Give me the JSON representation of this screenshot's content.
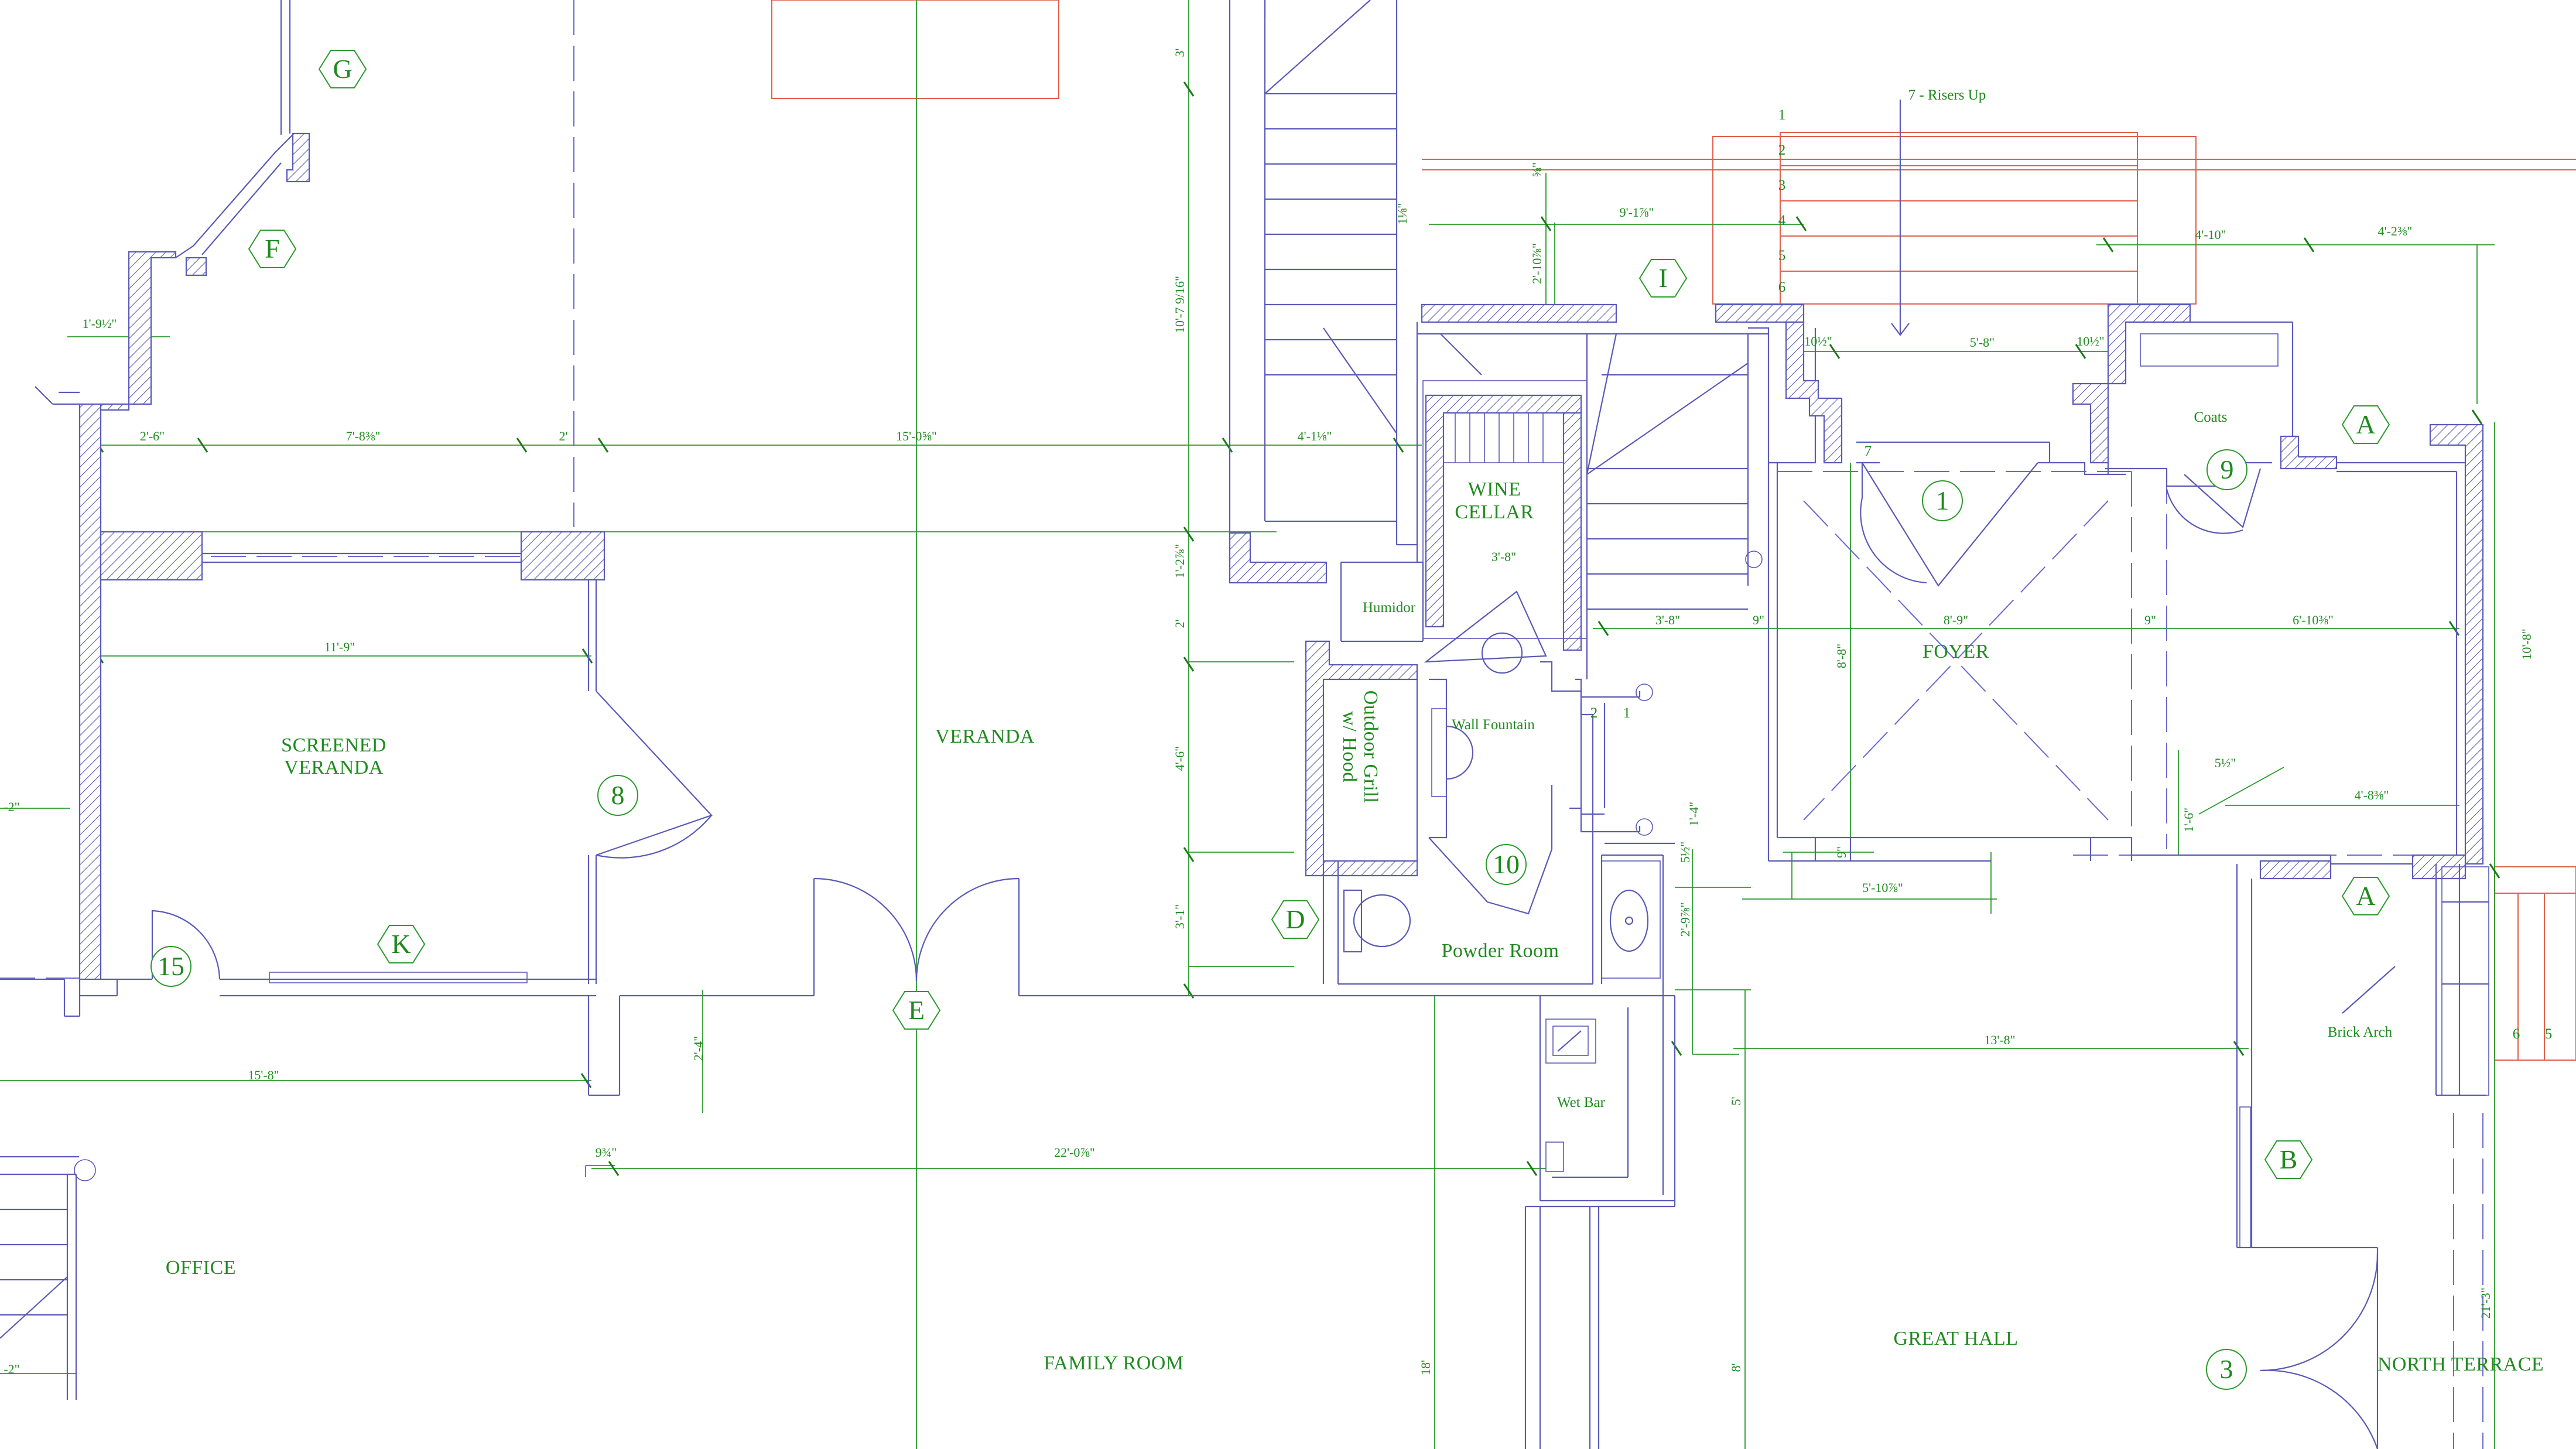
{
  "rooms": {
    "screened_veranda_1": "SCREENED",
    "screened_veranda_2": "VERANDA",
    "veranda": "VERANDA",
    "wine_cellar_1": "WINE",
    "wine_cellar_2": "CELLAR",
    "foyer": "FOYER",
    "office": "OFFICE",
    "family_room": "FAMILY ROOM",
    "great_hall": "GREAT HALL",
    "north_terrace": "NORTH TERRACE",
    "powder_room": "Powder Room"
  },
  "notes": {
    "humidor": "Humidor",
    "wall_fountain": "Wall Fountain",
    "outdoor_grill_1": "Outdoor Grill",
    "outdoor_grill_2": "w/ Hood",
    "coats": "Coats",
    "wet_bar": "Wet Bar",
    "brick_arch": "Brick Arch",
    "risers": "7 - Risers Up"
  },
  "tags": {
    "G": "G",
    "F": "F",
    "I": "I",
    "A_top": "A",
    "A_bottom": "A",
    "K": "K",
    "E": "E",
    "D": "D",
    "B": "B",
    "n1": "1",
    "n3": "3",
    "n8": "8",
    "n9": "9",
    "n10": "10",
    "n15": "15"
  },
  "stair_numbers": [
    "1",
    "2",
    "3",
    "4",
    "5",
    "6"
  ],
  "misc": {
    "num7": "7",
    "stair2": "2",
    "stair1": "1",
    "step6": "6",
    "step5": "5"
  },
  "dimensions": {
    "d_1_9": "1'-9½\"",
    "d_2_6": "2'-6\"",
    "d_7_8": "7'-8⅜\"",
    "d_2": "2'",
    "d_15_0": "15'-0⅝\"",
    "d_4_1": "4'-1⅛\"",
    "d_3_top": "3'",
    "d_10_7": "10'-7 9/16\"",
    "d_11_9": "11'-9\"",
    "d_1_2": "1'-2⅞\"",
    "d_2_left": "2'",
    "d_4_6": "4'-6\"",
    "d_3_1": "3'-1\"",
    "d_2_4": "2'-4\"",
    "d_15_8": "15'-8\"",
    "d_9_3_4": "9¾\"",
    "d_22_0": "22'-0⅞\"",
    "d_2_left_edge": "-2\"",
    "d_2_left_edge2": "-2\"",
    "d_5_8_frac": "⅝\"",
    "d_1_1": "1⅛\"",
    "d_9_1": "9'-1⅞\"",
    "d_2_10": "2'-10⅞\"",
    "d_10_half_l": "10½\"",
    "d_5_8": "5'-8\"",
    "d_10_half_r": "10½\"",
    "d_4_10": "4'-10\"",
    "d_4_2": "4'-2⅜\"",
    "d_3_8_cellar": "3'-8\"",
    "d_3_8": "3'-8\"",
    "d_9_l": "9\"",
    "d_8_9": "8'-9\"",
    "d_9_r": "9\"",
    "d_6_10": "6'-10⅜\"",
    "d_8_8": "8'-8\"",
    "d_10_8": "10'-8\"",
    "d_5_half": "5½\"",
    "d_4_8": "4'-8⅜\"",
    "d_1_4": "1'-4\"",
    "d_1_6": "1'-6\"",
    "d_9_v": "9\"",
    "d_5_10": "5'-10⅞\"",
    "d_5_5": "5½\"",
    "d_2_9": "2'-9⅞\"",
    "d_13_8": "13'-8\"",
    "d_5": "5'",
    "d_18": "18'",
    "d_8": "8'",
    "d_21_3": "21'-3\""
  },
  "colors": {
    "walls": "#5a5ab8",
    "dimensions": "#2a9a2a",
    "labels": "#1f8a1f",
    "stairs_red": "#e0604a",
    "background": "#ffffff"
  }
}
